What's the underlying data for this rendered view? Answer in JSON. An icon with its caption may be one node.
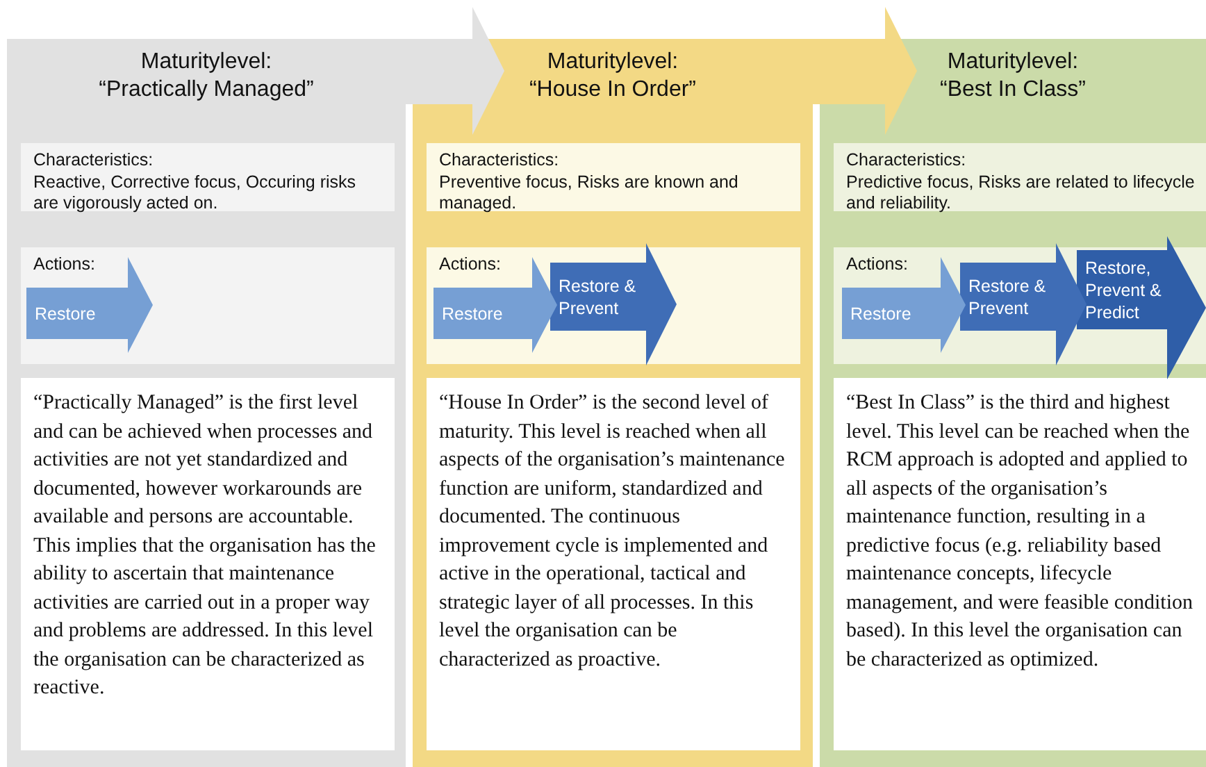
{
  "diagram": {
    "nodes": [
      {
        "text": [
          "Maturitylevel:",
          "“Practically Managed”"
        ]
      },
      {
        "text": [
          "Characteristics:",
          "Reactive, Corrective focus, Occuring risks are vigorously acted on."
        ],
        "in": 0
      },
      {
        "text": [
          "Actions:"
        ],
        "in": 0
      },
      {
        "text": [
          "Restore"
        ],
        "in": 2
      },
      {
        "text": [
          "“Practically Managed” is the first level and can be achieved when processes and activities are not yet standardized and documented, however workarounds are available and persons are accountable. This implies that the organisation has the ability to ascertain that maintenance activities are carried out in a proper way and problems are addressed. In this level the organisation can be characterized as reactive."
        ],
        "in": 0
      },
      {
        "text": [],
        "shape": "triangle"
      },
      {
        "text": [
          "Maturitylevel:",
          "“House In Order”"
        ]
      },
      {
        "text": [
          "Characteristics:",
          "Preventive focus, Risks are known and managed."
        ],
        "in": 6
      },
      {
        "text": [
          "Actions:"
        ],
        "in": 6
      },
      {
        "text": [
          "Restore"
        ],
        "in": 8
      },
      {
        "text": [
          "Restore & Prevent"
        ],
        "in": 8
      },
      {
        "text": [
          "“House In Order” is the second level of maturity. This level is reached when all aspects of the organisation’s maintenance function are uniform, standardized and documented. The continuous improvement cycle is implemented and active in the operational, tactical and strategic layer of all processes. In this level the organisation can be characterized as proactive."
        ],
        "in": 6
      },
      {
        "text": [],
        "shape": "triangle"
      },
      {
        "text": [
          "Maturitylevel:",
          "“Best In Class”"
        ]
      },
      {
        "text": [
          "Characteristics:",
          "Predictive focus, Risks are related to lifecycle and reliability."
        ],
        "in": 13
      },
      {
        "text": [
          "Actions:"
        ],
        "in": 13
      },
      {
        "text": [
          "Restore"
        ],
        "in": 15
      },
      {
        "text": [
          "Restore & Prevent"
        ],
        "in": 15
      },
      {
        "text": [
          "Restore, Prevent & Predict"
        ],
        "in": 15
      },
      {
        "text": [
          "“Best In Class” is the third and highest level. This level can be reached when the RCM approach is adopted and applied to all aspects of the organisation’s maintenance function, resulting in a predictive focus (e.g. reliability based maintenance concepts, lifecycle management, and were feasible condition based). In this level the organisation can be characterized as optimized."
        ],
        "in": 13
      }
    ]
  }
}
